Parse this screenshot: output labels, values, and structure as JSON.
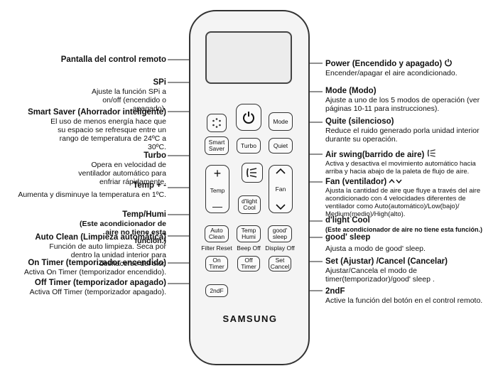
{
  "left_labels": [
    {
      "title": "Pantalla del control remoto",
      "desc": ""
    },
    {
      "title": "SPi",
      "desc": "Ajuste la función SPi a on/off (encendido o apagado)."
    },
    {
      "title": "Smart Saver (Ahorrador inteligente)",
      "desc": "El uso de menos energía hace que su espacio se refresque entre un rango de temperatura de 24ºC a 30ºC."
    },
    {
      "title": "Turbo",
      "desc": "Opera en velocidad de ventilador automático para enfriar rápidamente."
    },
    {
      "title": "Temp + -",
      "desc": "Aumenta y disminuye la temperatura en 1ºC."
    },
    {
      "title": "Temp/Humi",
      "desc": "(Este acondicionador de aire no tiene esta función.)"
    },
    {
      "title": "Auto Clean (Limpieza automática)",
      "desc": "Función de auto limpieza. Seca por dentro la unidad interior para deshacerse del olor."
    },
    {
      "title": "On Timer (temporizador encendido)",
      "desc": "Activa On Timer (temporizador encendido)."
    },
    {
      "title": "Off Timer (temporizador apagado)",
      "desc": "Activa Off Timer (temporizador apagado)."
    }
  ],
  "right_labels": [
    {
      "title": "Power (Encendido y apagado)",
      "desc": "Encender/apagar el aire acondicionado."
    },
    {
      "title": "Mode (Modo)",
      "desc": "Ajuste a uno de los 5 modos de operación (ver páginas 10-11 para instrucciones)."
    },
    {
      "title": "Quite (silencioso)",
      "desc": "Reduce el ruido generado porla unidad interior durante su operación."
    },
    {
      "title": "Air swing(barrido de aire)",
      "desc": "Activa y desactiva el movimiento automático hacia arriba y hacia abajo de la paleta de flujo de aire."
    },
    {
      "title": "Fan (ventilador)",
      "desc": "Ajusta la cantidad de aire que fluye a través del aire acondicionado con 4 velocidades diferentes de ventilador como Auto(automático)/Low(bajo)/ Medium(medio)/High(alto)."
    },
    {
      "title": "d'light Cool",
      "desc": "(Este acondicionador de aire no tiene esta función.)"
    },
    {
      "title": "good' sleep",
      "desc": "Ajusta a modo de good' sleep."
    },
    {
      "title": "Set (Ajustar) /Cancel (Cancelar)",
      "desc": "Ajustar/Cancela el modo de timer(temporizador)/good' sleep ."
    },
    {
      "title": "2ndF",
      "desc": "Active la función del botón en el control remoto."
    }
  ],
  "remote": {
    "smart_saver": [
      "Smart",
      "Saver"
    ],
    "turbo": "Turbo",
    "mode": "Mode",
    "quiet": "Quiet",
    "temp": "Temp",
    "temp_plus": "+",
    "temp_minus": "—",
    "fan": "Fan",
    "dlight": [
      "d'light",
      "Cool"
    ],
    "auto_clean": [
      "Auto",
      "Clean"
    ],
    "temp_humi": [
      "Temp",
      "Humi"
    ],
    "good_sleep": [
      "good'",
      "sleep"
    ],
    "on_timer": [
      "On",
      "Timer"
    ],
    "off_timer": [
      "Off",
      "Timer"
    ],
    "set_cancel": [
      "Set",
      "Cancel"
    ],
    "second_f": "2ndF",
    "filter_reset": "Filter Reset",
    "beep_off": "Beep Off",
    "display_off": "Display Off",
    "brand": "SAMSUNG"
  }
}
